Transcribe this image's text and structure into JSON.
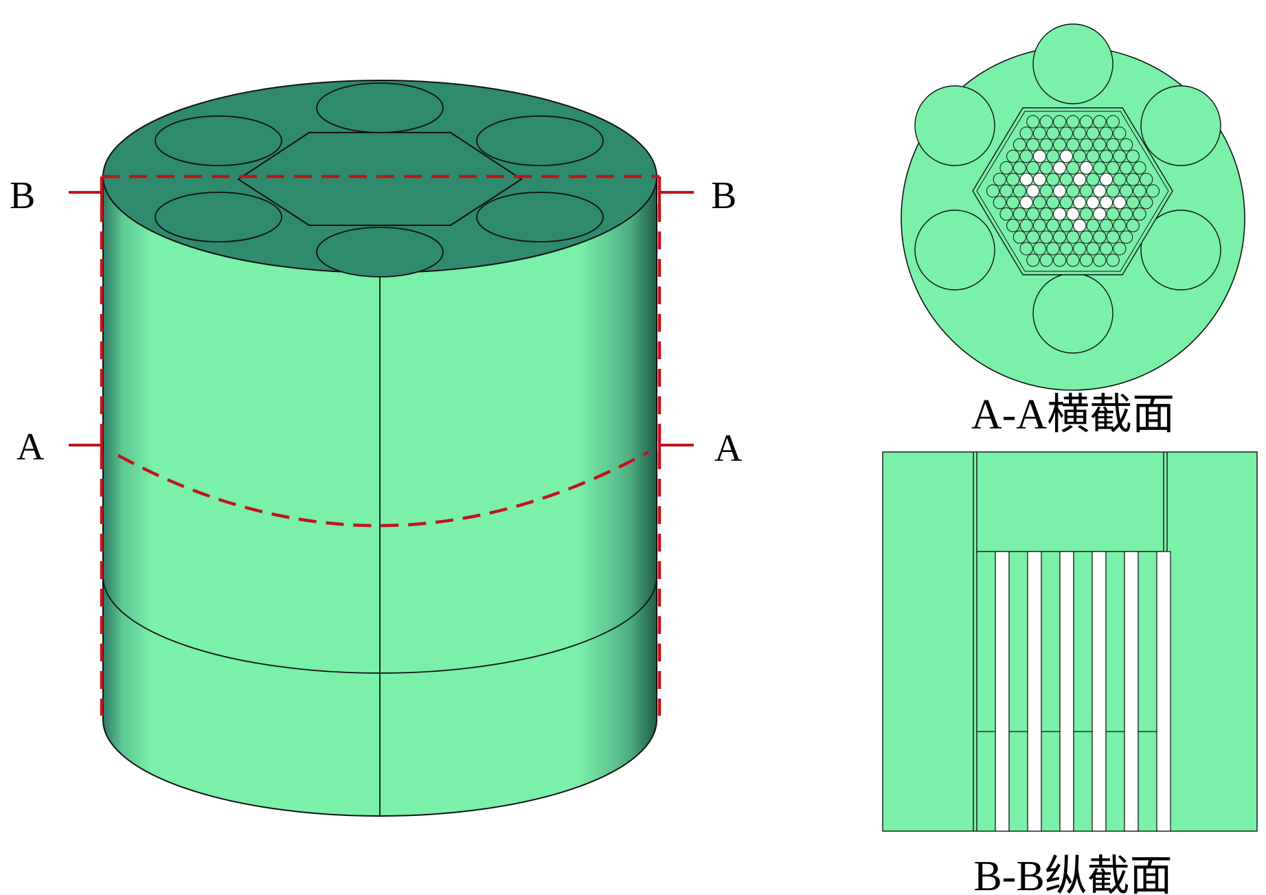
{
  "section_markers": {
    "b_left": "B",
    "b_right": "B",
    "a_left": "A",
    "a_right": "A"
  },
  "captions": {
    "cross_section": "A-A横截面",
    "longitudinal_section": "B-B纵截面"
  },
  "colors": {
    "body_green": "#7af0a9",
    "top_face_green": "#2f8a6e",
    "cut_line_red": "#c0141c",
    "outline": "#111111",
    "void_white": "#ffffff"
  }
}
